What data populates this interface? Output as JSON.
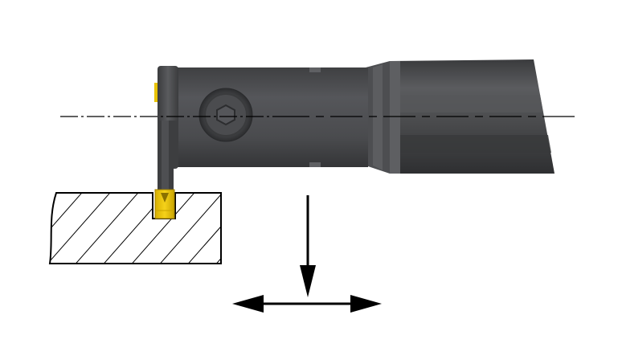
{
  "diagram": {
    "kind": "grooving-tool-illustration",
    "components": [
      "boring-bar-shank",
      "tool-body",
      "clamp-screw",
      "carbide-insert",
      "workpiece-section",
      "centerline",
      "feed-direction-arrows"
    ],
    "colors": {
      "background": "#ffffff",
      "tool_body": "#4a4b4d",
      "tool_highlight": "#6e6f72",
      "tool_shadow": "#2c2d2f",
      "insert": "#f2c800",
      "insert_shadow": "#b89400",
      "outline": "#000000",
      "hatch": "#000000"
    },
    "feed_directions": [
      "radial-down",
      "axial-left",
      "axial-right"
    ]
  }
}
